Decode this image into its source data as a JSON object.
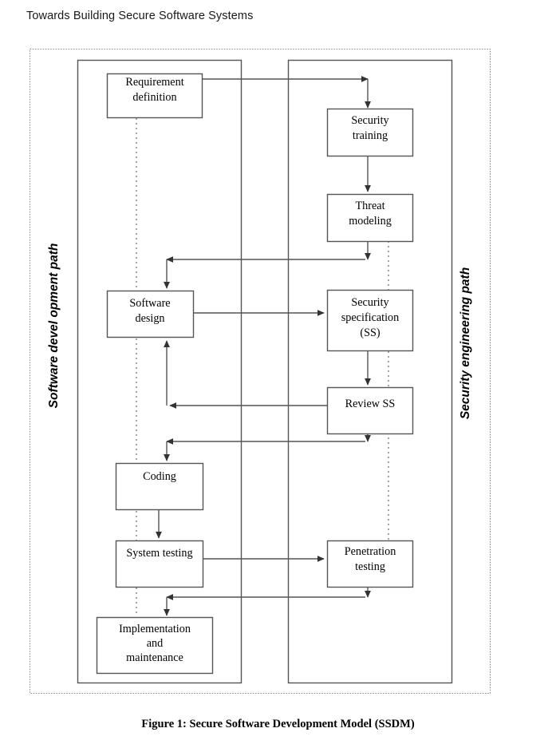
{
  "header": {
    "running_title": "Towards Building Secure Software Systems"
  },
  "figure": {
    "caption": "Figure 1: Secure Software Development Model (SSDM)",
    "lane_labels": {
      "left": "Software devel opment path",
      "right": "Security engineering path"
    },
    "nodes": {
      "requirement_definition": {
        "lines": [
          "Requirement",
          "definition"
        ]
      },
      "security_training": {
        "lines": [
          "Security",
          "training"
        ]
      },
      "threat_modeling": {
        "lines": [
          "Threat",
          "modeling"
        ]
      },
      "software_design": {
        "lines": [
          "Software",
          "design"
        ]
      },
      "security_specification": {
        "lines": [
          "Security",
          "specification",
          "(SS)"
        ]
      },
      "review_ss": {
        "lines": [
          "Review SS"
        ]
      },
      "coding": {
        "lines": [
          "Coding"
        ]
      },
      "system_testing": {
        "lines": [
          "System testing"
        ]
      },
      "penetration_testing": {
        "lines": [
          "Penetration",
          "testing"
        ]
      },
      "implementation_maintenance": {
        "lines": [
          "Implementation",
          "and",
          "maintenance"
        ]
      }
    }
  },
  "chart_data": {
    "type": "diagram",
    "title": "Figure 1: Secure Software Development Model (SSDM)",
    "lanes": [
      {
        "id": "left",
        "label": "Software devel opment path",
        "nodes": [
          "Requirement definition",
          "Software design",
          "Coding",
          "System testing",
          "Implementation and maintenance"
        ]
      },
      {
        "id": "right",
        "label": "Security engineering path",
        "nodes": [
          "Security training",
          "Threat modeling",
          "Security specification (SS)",
          "Review SS",
          "Penetration testing"
        ]
      }
    ],
    "edges": [
      {
        "from": "Requirement definition",
        "to": "Security training"
      },
      {
        "from": "Security training",
        "to": "Threat modeling"
      },
      {
        "from": "Threat modeling",
        "to": "Software design"
      },
      {
        "from": "Software design",
        "to": "Security specification (SS)"
      },
      {
        "from": "Security specification (SS)",
        "to": "Review SS"
      },
      {
        "from": "Review SS",
        "to": "Software design"
      },
      {
        "from": "Review SS",
        "to": "Coding"
      },
      {
        "from": "Coding",
        "to": "System testing"
      },
      {
        "from": "System testing",
        "to": "Penetration testing"
      },
      {
        "from": "Penetration testing",
        "to": "Implementation and maintenance"
      }
    ],
    "colors": {
      "stroke": "#555555",
      "text": "#000000",
      "background": "#ffffff"
    }
  }
}
